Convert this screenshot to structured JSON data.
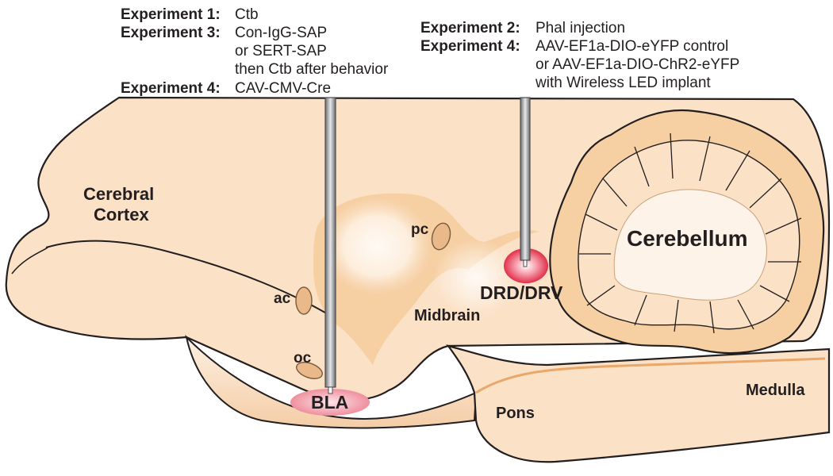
{
  "left_experiments": [
    {
      "label": "Experiment 1:",
      "lines": [
        "Ctb"
      ]
    },
    {
      "label": "Experiment 3:",
      "lines": [
        "Con-IgG-SAP",
        "or SERT-SAP",
        "then Ctb after behavior"
      ]
    },
    {
      "label": "Experiment 4:",
      "lines": [
        "CAV-CMV-Cre"
      ]
    }
  ],
  "right_experiments": [
    {
      "label": "Experiment 2:",
      "lines": [
        "Phal injection"
      ]
    },
    {
      "label": "Experiment 4:",
      "lines": [
        "AAV-EF1a-DIO-eYFP control",
        "or AAV-EF1a-DIO-ChR2-eYFP",
        "with Wireless LED implant"
      ]
    }
  ],
  "regions": {
    "cerebral_cortex": [
      "Cerebral",
      "Cortex"
    ],
    "cerebellum": "Cerebellum",
    "midbrain": "Midbrain",
    "pons": "Pons",
    "medulla": "Medulla",
    "pc": "pc",
    "ac": "ac",
    "oc": "oc",
    "bla": "BLA",
    "drd_drv": "DRD/DRV"
  },
  "colors": {
    "brain_fill": "#fbe1c6",
    "inner_fill": "#f6cfa3",
    "outline": "#231f20",
    "target_red": "#e0304a",
    "target_pink": "#f4a7b3"
  }
}
